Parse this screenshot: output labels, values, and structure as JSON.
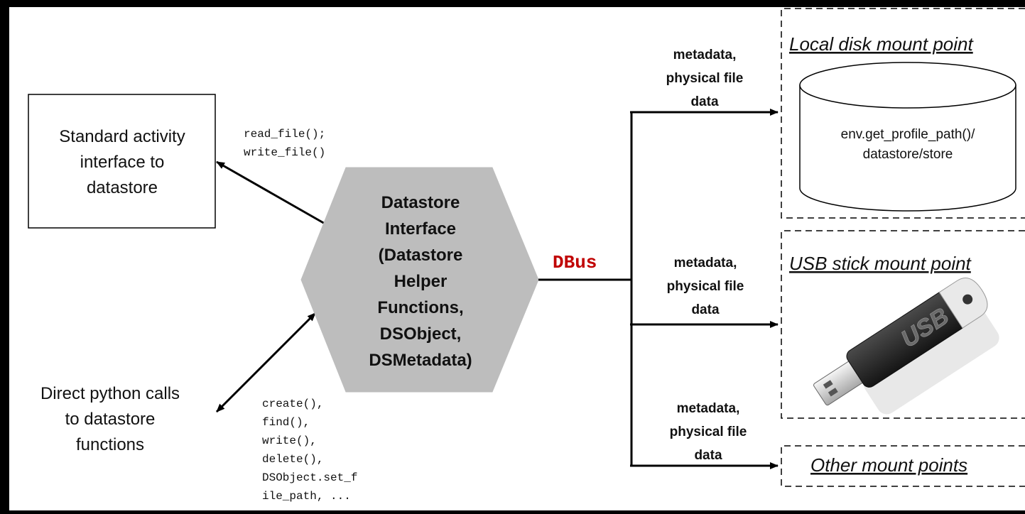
{
  "colors": {
    "frame": "#000000",
    "canvas": "#ffffff",
    "hexagon": "#bdbdbd",
    "dbus": "#c00000",
    "usb_body": "#2b2b2b",
    "usb_grip": "#e9e9e9"
  },
  "left": {
    "activity_box": [
      "Standard activity",
      "interface to",
      "datastore"
    ],
    "python_calls": [
      "Direct python calls",
      "to datastore",
      "functions"
    ]
  },
  "calls": {
    "activity": [
      "read_file();",
      "write_file()"
    ],
    "python": [
      "create(),",
      "find(),",
      "write(),",
      "delete(),",
      "DSObject.set_f",
      "ile_path, ..."
    ]
  },
  "center": {
    "hexagon_lines": [
      "Datastore",
      "Interface",
      "(Datastore",
      "Helper",
      "Functions,",
      "DSObject,",
      "DSMetadata)"
    ],
    "bus_label": "DBus"
  },
  "flows": [
    [
      "metadata,",
      "physical file",
      "data"
    ],
    [
      "metadata,",
      "physical file",
      "data"
    ],
    [
      "metadata,",
      "physical file",
      "data"
    ]
  ],
  "mounts": {
    "local": {
      "title": "Local disk mount point",
      "path_lines": [
        "env.get_profile_path()/",
        "datastore/store"
      ]
    },
    "usb": {
      "title": "USB stick mount point",
      "stick_text": "USB"
    },
    "other": {
      "title": "Other mount points"
    }
  },
  "icons": {
    "disk": "cylinder-icon",
    "usb": "usb-stick-icon"
  }
}
